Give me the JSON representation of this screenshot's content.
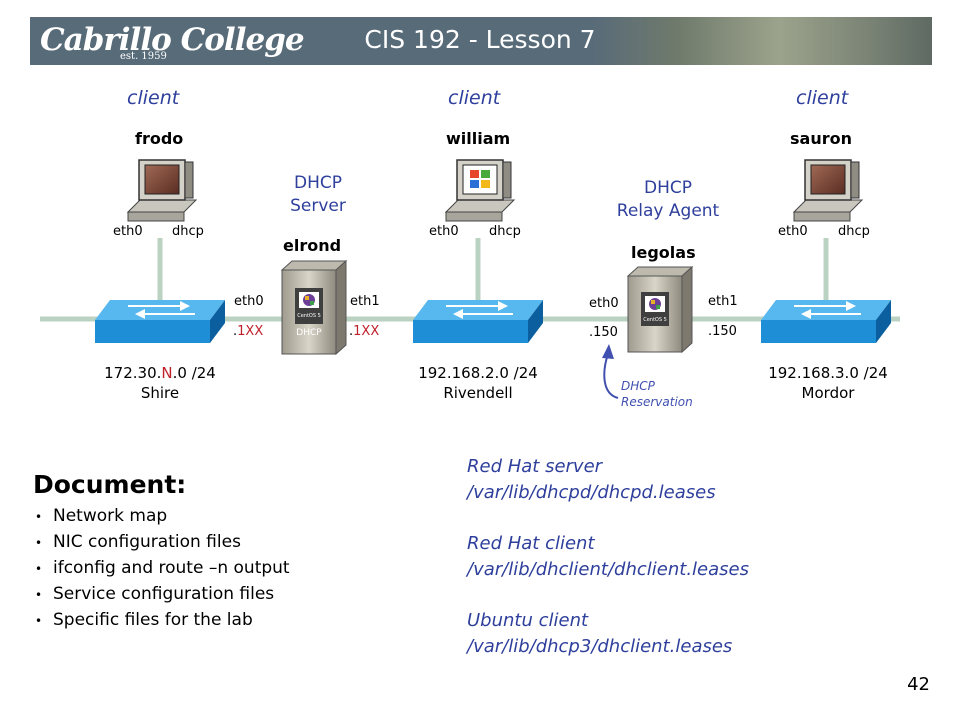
{
  "header": {
    "logo_text": "Cabrillo College",
    "logo_sub": "est. 1959",
    "title": "CIS 192 - Lesson 7"
  },
  "roles": {
    "client_label": "client",
    "dhcp_server": [
      "DHCP",
      "Server"
    ],
    "relay_agent": [
      "DHCP",
      "Relay Agent"
    ]
  },
  "hosts": {
    "frodo": {
      "name": "frodo",
      "iface": "eth0",
      "mode": "dhcp"
    },
    "william": {
      "name": "william",
      "iface": "eth0",
      "mode": "dhcp"
    },
    "sauron": {
      "name": "sauron",
      "iface": "eth0",
      "mode": "dhcp"
    },
    "elrond": {
      "name": "elrond",
      "left_iface": "eth0",
      "left_ip": ".1XX",
      "right_iface": "eth1",
      "right_ip": ".1XX",
      "badge": "DHCP"
    },
    "legolas": {
      "name": "legolas",
      "left_iface": "eth0",
      "left_ip": ".150",
      "right_iface": "eth1",
      "right_ip": ".150"
    }
  },
  "networks": {
    "shire": {
      "prefix": "172.30.",
      "var": "N",
      "suffix": ".0 /24",
      "name": "Shire"
    },
    "rivendell": {
      "address": "192.168.2.0 /24",
      "name": "Rivendell"
    },
    "mordor": {
      "address": "192.168.3.0 /24",
      "name": "Mordor"
    }
  },
  "reservation": [
    "DHCP",
    "Reservation"
  ],
  "server_os_label": "CentOS 5",
  "document": {
    "title": "Document:",
    "items": [
      "Network map",
      "NIC configuration files",
      "ifconfig and route –n output",
      "Service configuration files",
      "Specific files for the lab"
    ]
  },
  "lease_files": {
    "rh_server_label": "Red Hat server",
    "rh_server_path": "/var/lib/dhcpd/dhcpd.leases",
    "rh_client_label": "Red Hat client",
    "rh_client_path": "/var/lib/dhclient/dhclient.leases",
    "ubuntu_client_label": "Ubuntu client",
    "ubuntu_client_path": "/var/lib/dhcp3/dhclient.leases"
  },
  "page_number": "42",
  "colors": {
    "banner": "#586b79",
    "accent_text": "#2e3f9c",
    "switch": "#1e8fd6",
    "link": "#b9d2c2",
    "variable_red": "#c0202a"
  }
}
